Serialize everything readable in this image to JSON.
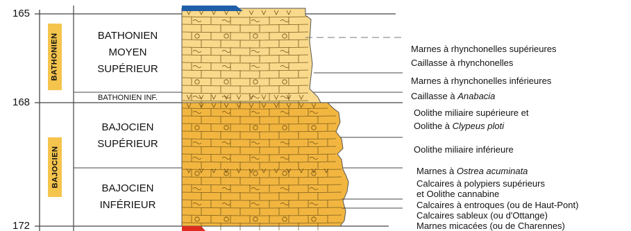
{
  "depth_axis": {
    "ticks": [
      "165",
      "168",
      "172"
    ]
  },
  "periods": [
    {
      "label": "BATHONIEN"
    },
    {
      "label": "BAJOCIEN"
    }
  ],
  "stages": [
    {
      "label": "BATHONIEN\nMOYEN\nSUPÉRIEUR"
    },
    {
      "label": "BATHONIEN INF."
    },
    {
      "label": "BAJOCIEN\nSUPÉRIEUR"
    },
    {
      "label": "BAJOCIEN\nINFÉRIEUR"
    }
  ],
  "descriptions": [
    {
      "before": "Marnes à rhynchonelles supérieures",
      "italic": "",
      "after": ""
    },
    {
      "before": "Caillasse à rhynchonelles",
      "italic": "",
      "after": ""
    },
    {
      "before": "Marnes à rhynchonelles inférieures",
      "italic": "",
      "after": ""
    },
    {
      "before": "Caillasse à ",
      "italic": "Anabacia",
      "after": ""
    },
    {
      "before": "Oolithe miliaire supérieure et",
      "italic": "",
      "after": ""
    },
    {
      "before": "Oolithe à ",
      "italic": "Clypeus ploti",
      "after": ""
    },
    {
      "before": "Oolithe miliaire inférieure",
      "italic": "",
      "after": ""
    },
    {
      "before": "Marnes à ",
      "italic": "Ostrea acuminata",
      "after": ""
    },
    {
      "before": "Calcaires à polypiers supérieurs",
      "italic": "",
      "after": ""
    },
    {
      "before": "et Oolithe cannabine",
      "italic": "",
      "after": ""
    },
    {
      "before": "Calcaires à entroques (ou de Haut-Pont)",
      "italic": "",
      "after": ""
    },
    {
      "before": "Calcaires sableux (ou d'Ottange)",
      "italic": "",
      "after": ""
    },
    {
      "before": "Marnes micacées (ou de Charennes)",
      "italic": "",
      "after": ""
    }
  ],
  "colors": {
    "bathonien_column": "#f9d98c",
    "bajocien_column": "#f2b640",
    "period_label_box": "#f4c44d",
    "top_marker": "#1f5fa8",
    "bottom_marker": "#e02b20",
    "lines": "#444444"
  }
}
